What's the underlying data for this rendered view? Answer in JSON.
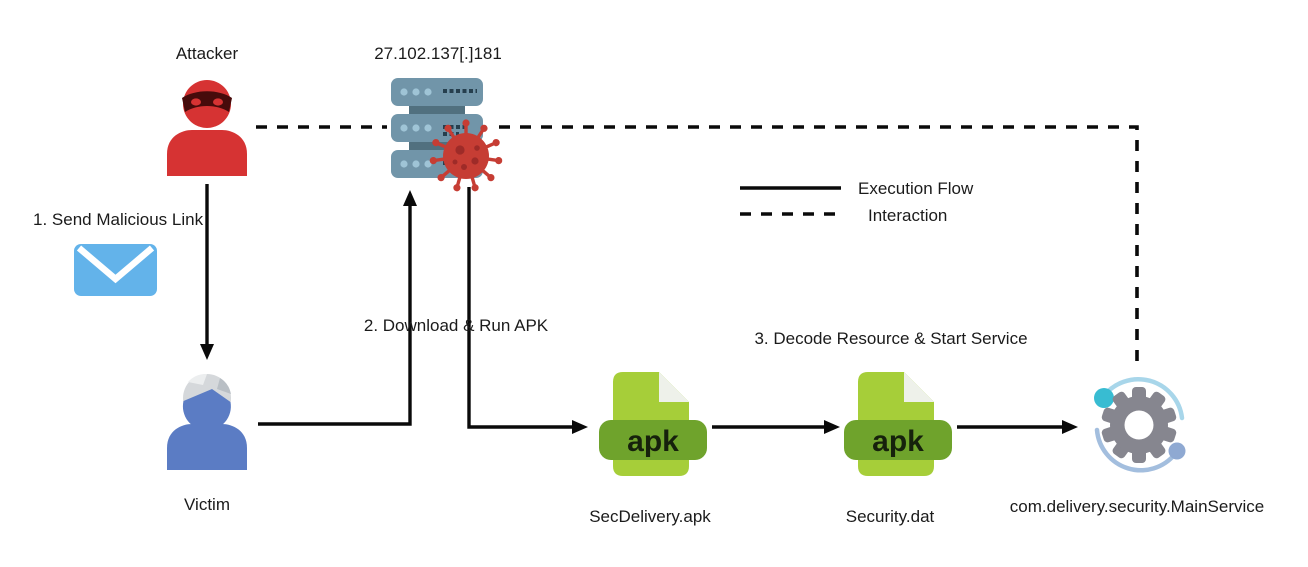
{
  "nodes": {
    "attacker": {
      "label": "Attacker"
    },
    "c2_server": {
      "label": "27.102.137[.]181"
    },
    "victim": {
      "label": "Victim"
    },
    "sec_delivery_apk": {
      "label": "SecDelivery.apk",
      "badge": "apk"
    },
    "security_dat": {
      "label": "Security.dat",
      "badge": "apk"
    },
    "main_service": {
      "label": "com.delivery.security.MainService"
    }
  },
  "annotations": {
    "step1": "1. Send Malicious Link",
    "step2": "2. Download & Run APK",
    "step3": "3. Decode Resource & Start Service"
  },
  "legend": {
    "execution_flow": "Execution Flow",
    "interaction": "Interaction"
  },
  "icons": {
    "attacker": "masked-attacker-icon",
    "server": "server-stack-icon",
    "virus": "virus-icon",
    "envelope": "envelope-icon",
    "victim": "victim-person-icon",
    "apk_file": "apk-file-icon",
    "service": "gear-service-icon"
  },
  "colors": {
    "attacker_red": "#d63333",
    "mask_dark": "#470b0b",
    "victim_blue": "#5b7cc4",
    "victim_cap_gray": "#d5d8db",
    "envelope_blue": "#63b3ea",
    "server_slate": "#7195a9",
    "server_connector": "#51707f",
    "server_dot": "#9fc4d6",
    "server_dash": "#263f4e",
    "virus_red": "#c63d34",
    "virus_spot": "#9e2b28",
    "apk_light_green": "#a6ce39",
    "apk_dark_green": "#6fa32c",
    "apk_fold": "#eef1ea",
    "gear_gray": "#86868f",
    "arc_top_blue": "#a8d6ea",
    "arc_bottom_blue": "#a3bede",
    "dot_teal": "#38bcd2",
    "dot_blue": "#8fa9d2",
    "line_black": "#0a0a0a"
  }
}
